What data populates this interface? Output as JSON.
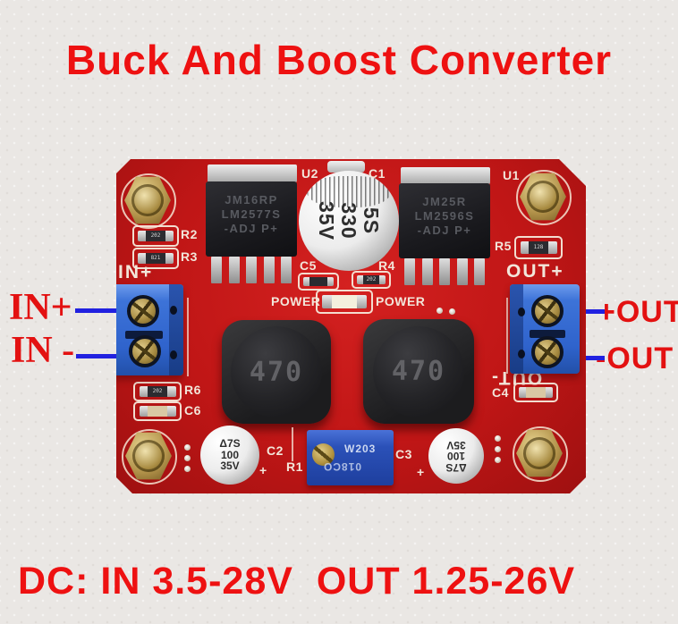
{
  "title": {
    "text": "Buck And Boost Converter"
  },
  "caption": {
    "text": "DC: IN 3.5-28V  OUT 1.25-26V"
  },
  "callouts": {
    "in_plus": "IN+",
    "in_minus": "IN -",
    "out_plus": "+OUT",
    "out_minus": "-OUT"
  },
  "colors": {
    "accent_red": "#ee1111",
    "arrow_blue": "#2121e0",
    "board_red": "#c01616",
    "terminal_blue": "#2f63cc",
    "silkscreen": "#f2e6da"
  },
  "board": {
    "refs": {
      "u1": "U1",
      "u2": "U2",
      "c1": "C1",
      "r1": "R1",
      "r2": "R2",
      "r3": "R3",
      "r4": "R4",
      "r5": "R5",
      "r6": "R6",
      "c2": "C2",
      "c3": "C3",
      "c4": "C4",
      "c5": "C5",
      "c6": "C6"
    },
    "ic_left": {
      "line1": "JM16RP",
      "line2": "LM2577S",
      "line3": "-ADJ P+"
    },
    "ic_right": {
      "line1": "JM25R",
      "line2": "LM2596S",
      "line3": "-ADJ P+"
    },
    "cap_main": {
      "line1": "5S",
      "line2": "330",
      "line3": "35V"
    },
    "cap_left": {
      "line1": "Δ7S",
      "line2": "100",
      "line3": "35V"
    },
    "cap_right": {
      "line1": "Δ7S",
      "line2": "100",
      "line3": "35V"
    },
    "inductor_left": "470",
    "inductor_right": "470",
    "power_left": "POWER",
    "power_right": "POWER",
    "silk_in_plus": "IN+",
    "silk_out_plus": "OUT+",
    "silk_out_minus": "OUT-",
    "trimmer": {
      "top": "W203",
      "bottom": "018CO"
    },
    "chip_codes": {
      "r2": "202",
      "r3": "821",
      "r4": "202",
      "r5": "128",
      "r6": "202"
    },
    "plus_mark": "+"
  }
}
